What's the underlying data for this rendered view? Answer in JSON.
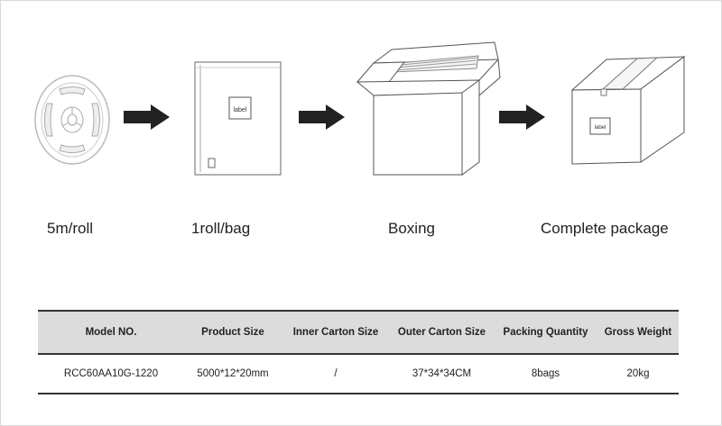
{
  "steps": [
    {
      "label": "5m/roll",
      "icon": "reel-icon"
    },
    {
      "label": "1roll/bag",
      "icon": "bag-icon"
    },
    {
      "label": "Boxing",
      "icon": "open-box-icon"
    },
    {
      "label": "Complete package",
      "icon": "sealed-box-icon"
    }
  ],
  "bag_label_text": "label",
  "box_label_text": "label",
  "table": {
    "headers": [
      "Model NO.",
      "Product Size",
      "Inner Carton Size",
      "Outer Carton Size",
      "Packing Quantity",
      "Gross Weight"
    ],
    "rows": [
      [
        "RCC60AA10G-1220",
        "5000*12*20mm",
        "/",
        "37*34*34CM",
        "8bags",
        "20kg"
      ]
    ]
  },
  "colors": {
    "header_bg": "#dcdcdc",
    "line": "#333333",
    "arrow": "#222222"
  }
}
